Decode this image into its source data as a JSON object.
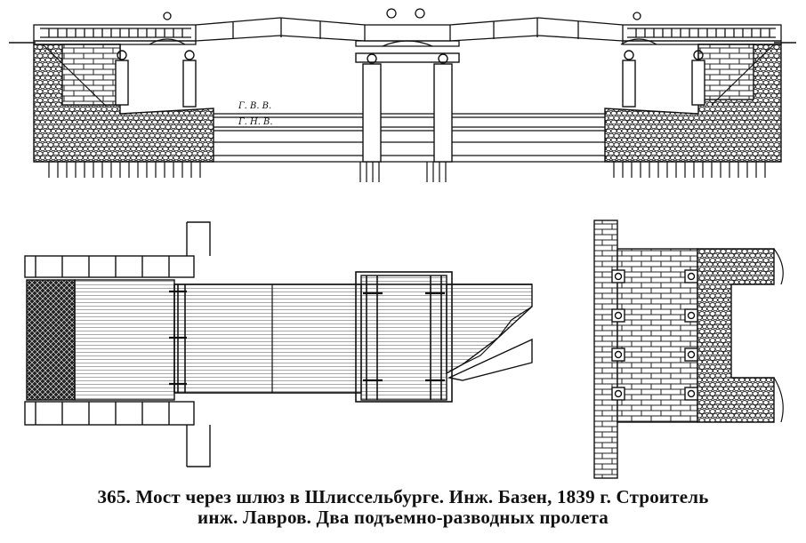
{
  "annotations": {
    "high_water": "Г. В. В.",
    "low_water": "Г. Н. В."
  },
  "caption": {
    "line1": "365. Мост через шлюз в Шлиссельбурге. Инж. Базен, 1839 г. Строитель",
    "line2": "инж. Лавров. Два подъемно-разводных пролета"
  }
}
